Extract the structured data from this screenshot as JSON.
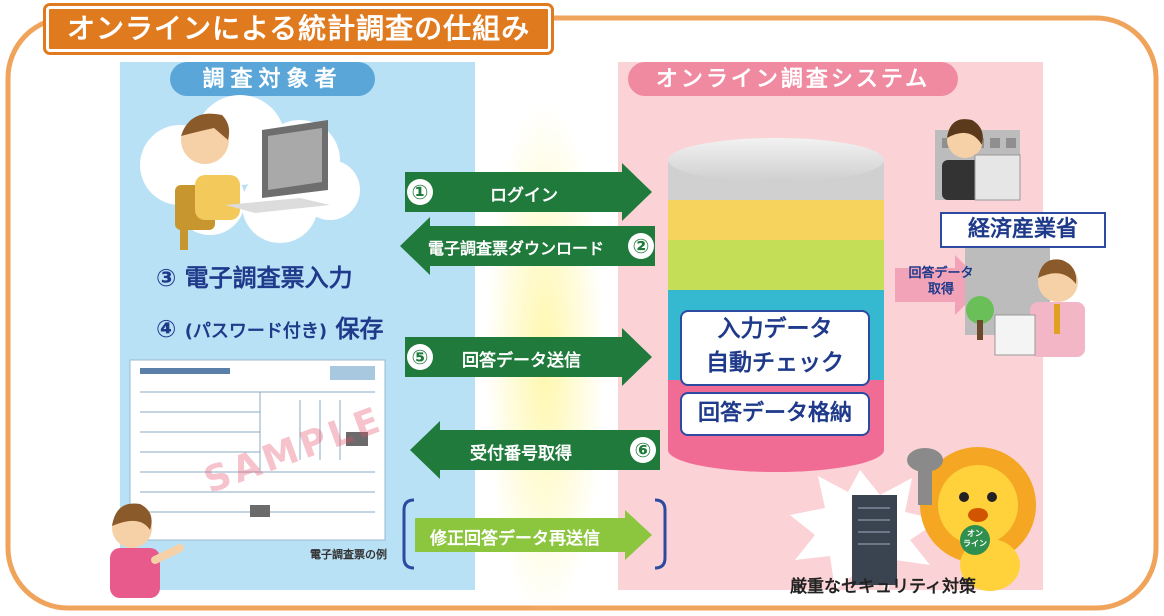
{
  "title": "オンラインによる統計調査の仕組み",
  "left_panel": {
    "label": "調査対象者",
    "step3": "③ 電子調査票入力",
    "step4_num": "④",
    "step4_paren": "(パスワード付き)",
    "step4_text": "保存",
    "sample_caption": "電子調査票の例",
    "sample_stamp": "SAMPLE"
  },
  "right_panel": {
    "label": "オンライン調査システム",
    "db_check": "入力データ\n自動チェック",
    "db_store": "回答データ格納",
    "ministry": "経済産業省",
    "retrieve": "回答データ\n取得",
    "security": "厳重なセキュリティ対策",
    "mascot_badge": "オン\nライン"
  },
  "arrows": [
    {
      "num": "①",
      "text": "ログイン"
    },
    {
      "num": "②",
      "text": "電子調査票ダウンロード"
    },
    {
      "num": "⑤",
      "text": "回答データ送信"
    },
    {
      "num": "⑥",
      "text": "受付番号取得"
    },
    {
      "num": "",
      "text": "修正回答データ再送信"
    }
  ],
  "colors": {
    "frame_orange": "#f0a35a",
    "title_bg": "#e07a1f",
    "left_bg": "#b9e1f6",
    "left_pill": "#5aa6d8",
    "right_bg": "#fbd3d6",
    "right_pill": "#f08aa0",
    "arrow_green": "#1f7a3c",
    "resend_green": "#8cc63f",
    "text_blue": "#1f3a8a"
  }
}
